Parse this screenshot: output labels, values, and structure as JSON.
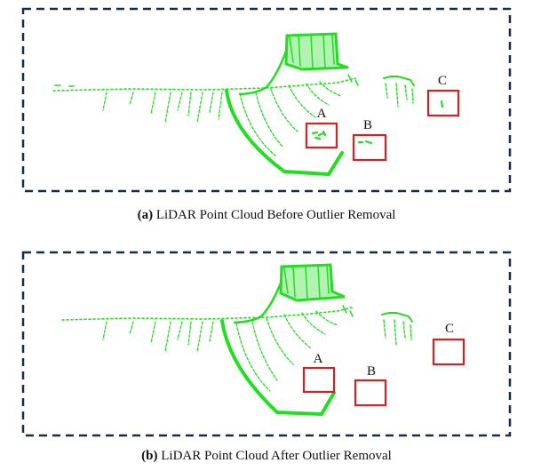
{
  "panels": [
    {
      "caption_tag": "(a)",
      "caption_text": "LiDAR Point Cloud Before Outlier Removal",
      "boxes": [
        {
          "label": "A",
          "has_points": true
        },
        {
          "label": "B",
          "has_points": true
        },
        {
          "label": "C",
          "has_points": true
        }
      ]
    },
    {
      "caption_tag": "(b)",
      "caption_text": "LiDAR Point Cloud After Outlier Removal",
      "boxes": [
        {
          "label": "A",
          "has_points": false
        },
        {
          "label": "B",
          "has_points": false
        },
        {
          "label": "C",
          "has_points": false
        }
      ]
    }
  ],
  "colors": {
    "points": "#22dd22",
    "box": "#d42020",
    "frame": "#1a2b48",
    "text": "#111111"
  }
}
